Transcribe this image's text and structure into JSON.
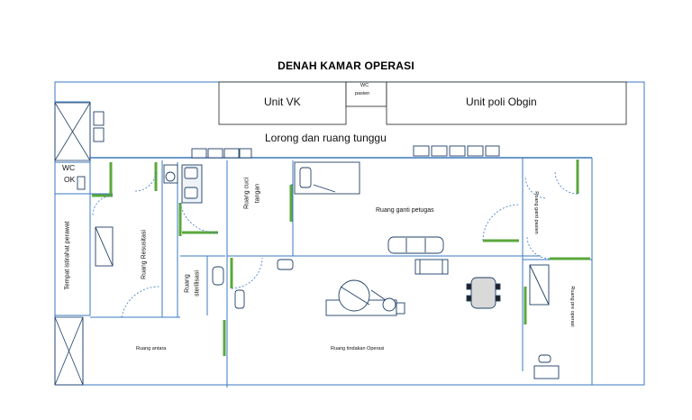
{
  "title": "DENAH KAMAR OPERASI",
  "rooms": {
    "unit_vk": "Unit VK",
    "wc_pasien_1": "WC",
    "wc_pasien_2": "pasien",
    "unit_poli": "Unit poli Obgin",
    "lorong": "Lorong dan ruang tunggu",
    "wc_ok_1": "WC",
    "wc_ok_2": "OK",
    "tempat_istirahat": "Tempat istirahat perawat",
    "ruang_resusitasi": "Ruang Resusitasi",
    "ruang_cuci_1": "Ruang cuci",
    "ruang_cuci_2": "tangan",
    "ruang_ganti_petugas": "Ruang ganti petugas",
    "ruang_ganti_pasien": "Ruang ganti pasien",
    "ruang_sterilisasi_1": "Ruang",
    "ruang_sterilisasi_2": "sterilisasi",
    "ruang_pre_operasi": "Ruang pre operasi",
    "ruang_antara": "Ruang antara",
    "ruang_tindakan": "Ruang tindakan Operasi"
  },
  "colors": {
    "wall": "#3a78c0",
    "door_panel": "#5aa83c",
    "furniture": "#1f3f66",
    "text": "#111111"
  }
}
